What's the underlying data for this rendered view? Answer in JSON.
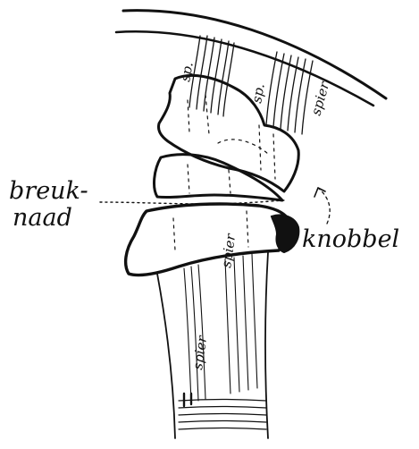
{
  "labels": {
    "breuk_line1": "breuk-",
    "breuk_line2": "naad",
    "knobbel": "knobbel",
    "sp_left": "sp.",
    "sp_right": "sp.",
    "spier_top": "spier",
    "spier_mid": "spier",
    "spier_low": "spier"
  }
}
